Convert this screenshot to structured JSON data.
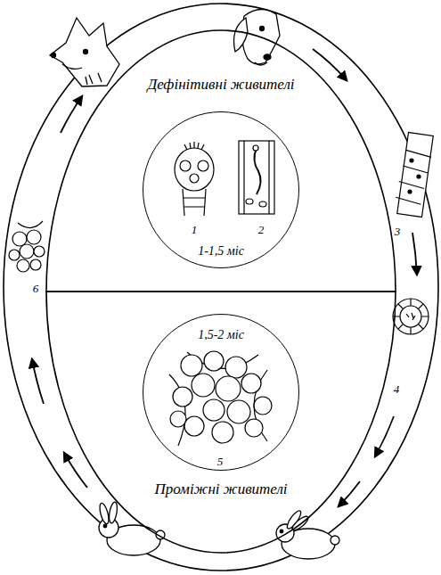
{
  "diagram": {
    "nodes": [
      {
        "text": [
          "Дефінітивні живителі"
        ]
      },
      {
        "text": [
          "1-1,5 міс"
        ],
        "in": 0
      },
      {
        "text": [
          "Проміжні живителі"
        ]
      },
      {
        "text": [
          "1,5-2 міс"
        ],
        "in": 2
      }
    ],
    "labels": [
      "1",
      "2",
      "3",
      "4",
      "5",
      "6"
    ]
  }
}
